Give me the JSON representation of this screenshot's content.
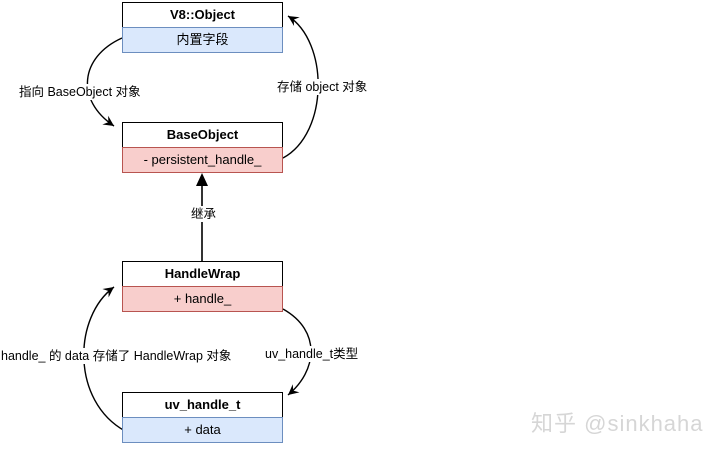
{
  "diagram": {
    "nodes": [
      {
        "id": "v8-object",
        "title": "V8::Object",
        "field": "内置字段",
        "variant": "blue"
      },
      {
        "id": "base-object",
        "title": "BaseObject",
        "field": "- persistent_handle_",
        "variant": "pink"
      },
      {
        "id": "handle-wrap",
        "title": "HandleWrap",
        "field": "+ handle_",
        "variant": "pink"
      },
      {
        "id": "uv-handle-t",
        "title": "uv_handle_t",
        "field": "+ data",
        "variant": "blue"
      }
    ],
    "edges": [
      {
        "from": "V8::Object",
        "to": "BaseObject",
        "label": "指向 BaseObject 对象"
      },
      {
        "from": "BaseObject",
        "to": "V8::Object",
        "label": "存储 object 对象"
      },
      {
        "from": "HandleWrap",
        "to": "BaseObject",
        "label": "继承"
      },
      {
        "from": "uv_handle_t",
        "to": "HandleWrap",
        "label": "handle_ 的 data 存储了 HandleWrap 对象"
      },
      {
        "from": "HandleWrap",
        "to": "uv_handle_t",
        "label": "uv_handle_t类型"
      }
    ],
    "colors": {
      "blue_fill": "#dae8fc",
      "blue_border": "#6c8ebf",
      "pink_fill": "#f8cecc",
      "pink_border": "#b85450",
      "line": "#000000",
      "watermark_text": "#d6d6d6"
    }
  },
  "watermark": {
    "text": "知乎 @sinkhaha"
  }
}
